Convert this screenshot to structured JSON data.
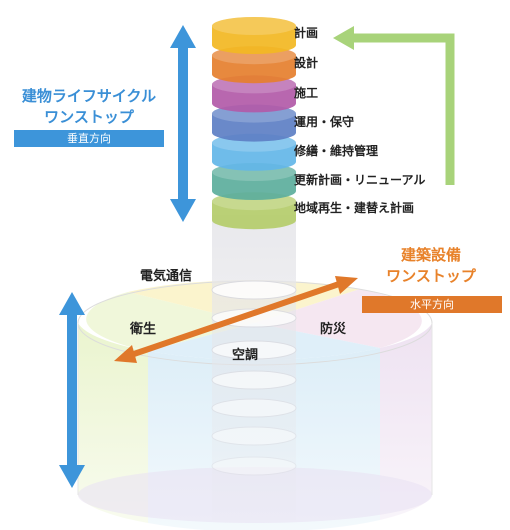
{
  "lifecycle": {
    "title_line1": "建物ライフサイクル",
    "title_line2": "ワンストップ",
    "direction": "垂直方向",
    "stages": [
      {
        "label": "計画",
        "color": "#f2b722"
      },
      {
        "label": "設計",
        "color": "#e57f2e"
      },
      {
        "label": "施工",
        "color": "#b25aa8"
      },
      {
        "label": "運用・保守",
        "color": "#5d7fc4"
      },
      {
        "label": "修繕・維持管理",
        "color": "#63b6e8"
      },
      {
        "label": "更新計画・リニューアル",
        "color": "#5cae9c"
      },
      {
        "label": "地域再生・建替え計画",
        "color": "#b4cc6a"
      }
    ]
  },
  "facilities": {
    "title_line1": "建築設備",
    "title_line2": "ワンストップ",
    "direction": "水平方向",
    "categories": {
      "telecom": "電気通信",
      "hygiene": "衛生",
      "fire": "防災",
      "hvac": "空調"
    }
  },
  "colors": {
    "blue_arrow": "#3d95da",
    "green_arrow": "#a8d37a",
    "orange_arrow": "#e0782a",
    "blue_badge": "#3d95da",
    "orange_badge": "#e0782a"
  }
}
